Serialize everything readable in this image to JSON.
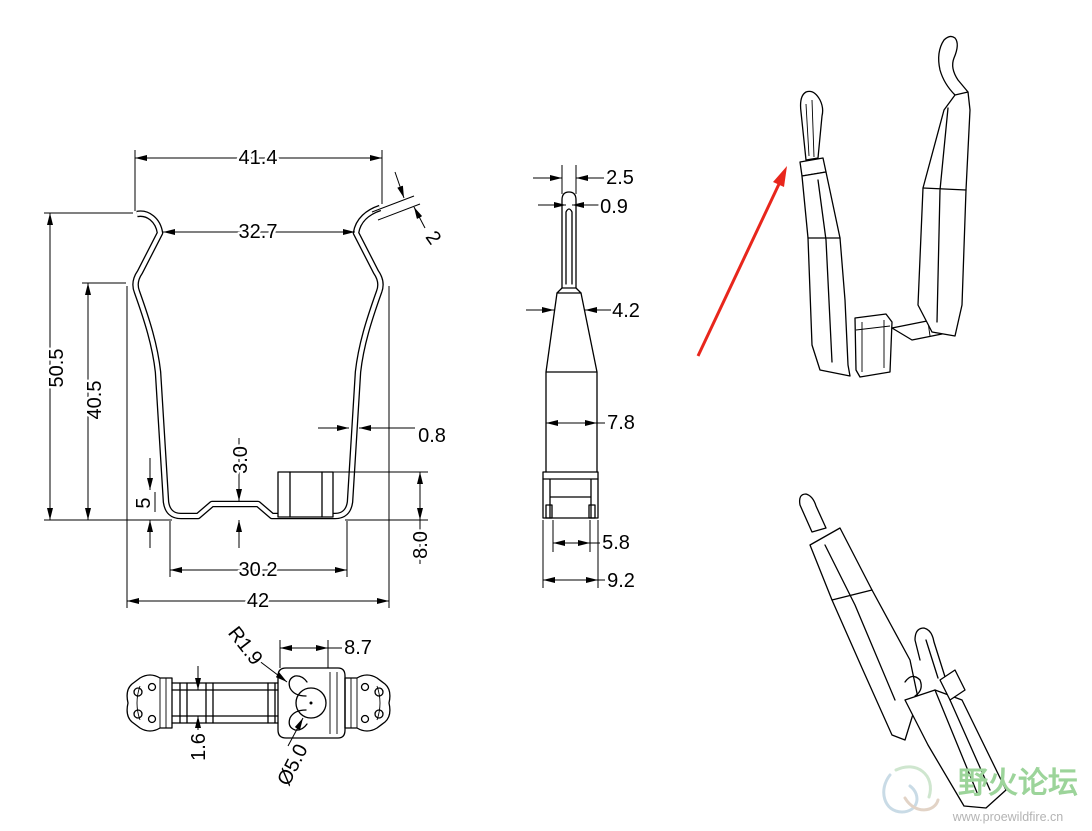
{
  "front_view": {
    "dim_top_width": "41.4",
    "dim_inner_width": "32.7",
    "dim_tip_thickness": "2",
    "dim_total_height": "50.5",
    "dim_arm_height": "40.5",
    "dim_bump_height": "3.0",
    "dim_bottom_gap": "5",
    "dim_sheet": "0.8",
    "dim_block_height": "8.0",
    "dim_bottom_width": "30.2",
    "dim_overall_width": "42"
  },
  "side_view": {
    "dim_blade_width": "2.5",
    "dim_slot_width": "0.9",
    "dim_neck_width": "4.2",
    "dim_body_width": "7.8",
    "dim_inner_base": "5.8",
    "dim_base_width": "9.2"
  },
  "bottom_view": {
    "dim_radius": "R1.9",
    "dim_pitch": "8.7",
    "dim_thickness": "1.6",
    "dim_hole": "Ø5.0"
  },
  "watermark": {
    "logo_text": "野火论坛",
    "url": "www.proewildfire.cn"
  },
  "colors": {
    "line": "#000000",
    "pointer_arrow": "#e8261c",
    "watermark_text": "#9cd49a",
    "watermark_url": "#b4b4b4"
  }
}
